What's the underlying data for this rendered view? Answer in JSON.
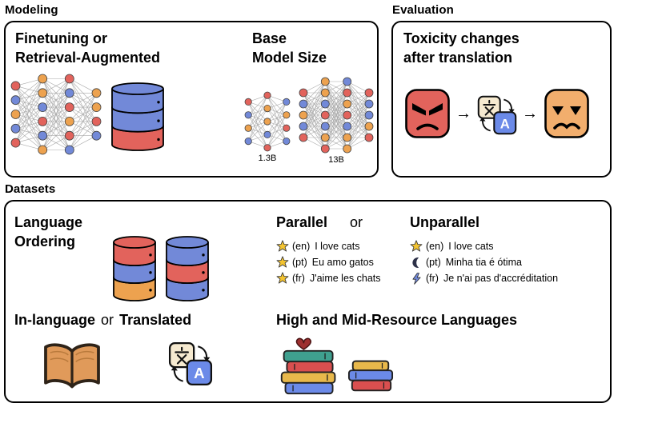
{
  "modeling": {
    "heading": "Modeling",
    "finetuning_title": "Finetuning or\nRetrieval-Augmented",
    "base_model_title": "Base\nModel Size",
    "small_model_label": "1.3B",
    "large_model_label": "13B"
  },
  "evaluation": {
    "heading": "Evaluation",
    "title": "Toxicity changes\nafter translation",
    "arrow": "→"
  },
  "datasets": {
    "heading": "Datasets",
    "language_ordering_title": "Language\nOrdering",
    "parallel_label": "Parallel",
    "or_label": "or",
    "unparallel_label": "Unparallel",
    "parallel_examples": [
      {
        "icon": "star",
        "lang": "(en)",
        "text": "I love cats"
      },
      {
        "icon": "star",
        "lang": "(pt)",
        "text": "Eu amo gatos"
      },
      {
        "icon": "star",
        "lang": "(fr)",
        "text": "J'aime les chats"
      }
    ],
    "unparallel_examples": [
      {
        "icon": "star",
        "lang": "(en)",
        "text": "I love cats"
      },
      {
        "icon": "moon",
        "lang": "(pt)",
        "text": "Minha tia é ótima"
      },
      {
        "icon": "zap",
        "lang": "(fr)",
        "text": "Je n'ai pas d'accréditation"
      }
    ],
    "inlanguage_label": "In-language",
    "inlanguage_or_label": "or",
    "translated_label": "Translated",
    "resource_title": "High and Mid-Resource Languages"
  },
  "icon_glyphs": {
    "star": "★",
    "moon": "☾",
    "zap": "⚡",
    "arrow": "→",
    "heart": "♥"
  },
  "colors": {
    "node_red": "#e2635c",
    "node_orange": "#eda24f",
    "node_blue": "#7289d8",
    "angry_face": "#e2635c",
    "calm_face": "#f2ae6d",
    "star_gold": "#f4c430",
    "translate_blue": "#6b8ae8",
    "outline": "#000000"
  }
}
